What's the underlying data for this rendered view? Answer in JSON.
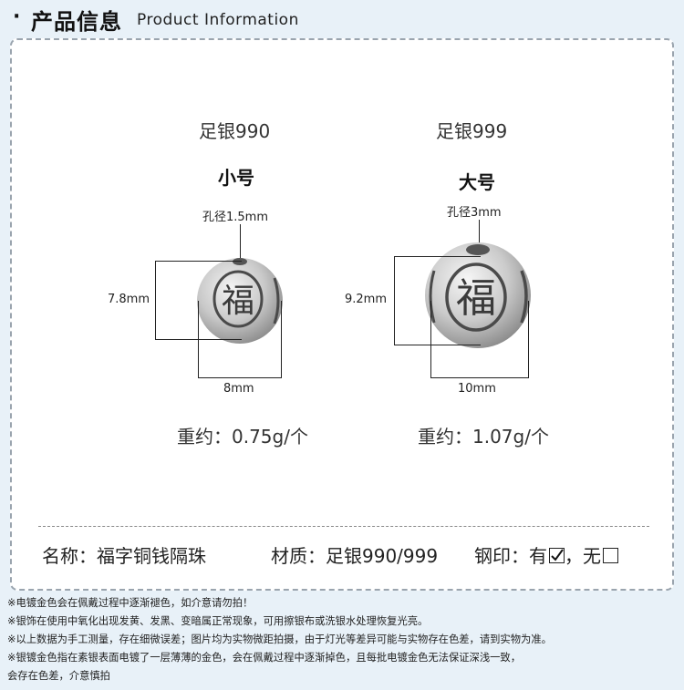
{
  "header": {
    "bullet": "·",
    "title": "产品信息",
    "subtitle": "Product Information"
  },
  "products": [
    {
      "material": "足银990",
      "size": "小号",
      "hole": "孔径1.5mm",
      "height": "7.8mm",
      "width": "8mm",
      "weight": "重约：0.75g/个",
      "character": "福"
    },
    {
      "material": "足银999",
      "size": "大号",
      "hole": "孔径3mm",
      "height": "9.2mm",
      "width": "10mm",
      "weight": "重约：1.07g/个",
      "character": "福"
    }
  ],
  "specs": {
    "name": "名称：福字铜钱隔珠",
    "material": "材质：足银990/999",
    "stamp_label": "钢印：有",
    "stamp_sep": "，无"
  },
  "notes": [
    "※电镀金色会在佩戴过程中逐渐褪色，如介意请勿拍！",
    "※银饰在使用中氧化出现发黄、发黑、变暗属正常现象，可用擦银布或洗银水处理恢复光亮。",
    "※以上数据为手工测量，存在细微误差；图片均为实物微距拍摄，由于灯光等差异可能与实物存在色差，请到实物为准。",
    "※银镀金色指在素银表面电镀了一层薄薄的金色，会在佩戴过程中逐渐掉色，且每批电镀金色无法保证深浅一致，",
    "会存在色差，介意慎拍"
  ]
}
